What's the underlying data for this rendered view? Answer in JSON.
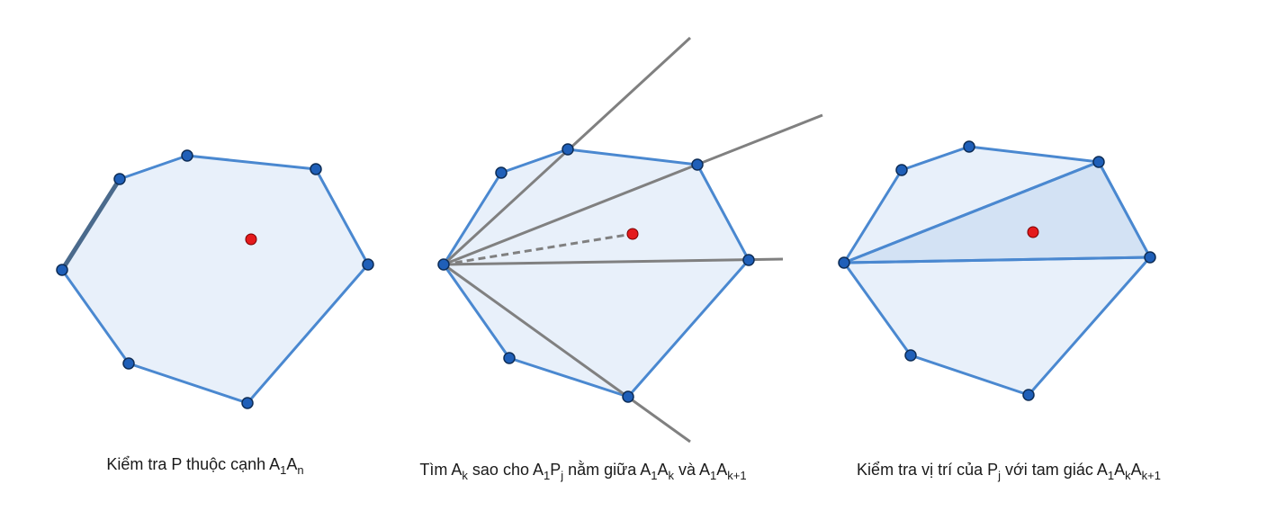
{
  "captions": {
    "left": {
      "t0": "Kiểm tra P thuộc cạnh A",
      "s1": "1",
      "t1": "A",
      "s2": "n"
    },
    "middle": {
      "t0": "Tìm A",
      "s1": "k",
      "t1": " sao cho A",
      "s2": "1",
      "t2": "P",
      "s3": "j",
      "t3": " nằm giữa A",
      "s4": "1",
      "t4": "A",
      "s5": "k",
      "t5": " và A",
      "s6": "1",
      "t6": "A",
      "s7": "k+1"
    },
    "right": {
      "t0": "Kiểm tra vị trí của P",
      "s1": "j",
      "t1": " với tam giác A",
      "s2": "1",
      "t2": "A",
      "s3": "k",
      "t3": "A",
      "s4": "k+1"
    }
  },
  "colors": {
    "polygon_fill": "#e8f0fa",
    "polygon_stroke": "#4a88d0",
    "vertex_fill": "#1f5fb8",
    "vertex_stroke": "#0d2d57",
    "query_point": "#e41a1c",
    "ray": "#808080",
    "highlight_edge": "#4a6a8c",
    "triangle_fill": "#d3e2f4"
  }
}
